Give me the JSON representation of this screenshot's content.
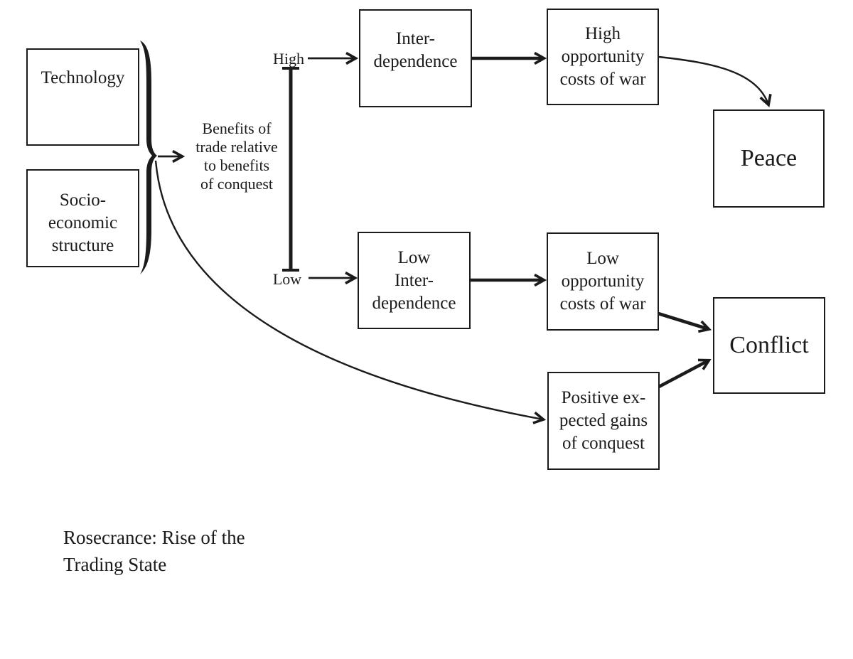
{
  "diagram": {
    "caption": "Rosecrance: Rise of the\nTrading State",
    "colors": {
      "ink": "#1b1b1b",
      "background": "#ffffff"
    },
    "nodes": {
      "technology": {
        "label": "Technology"
      },
      "socio_economic": {
        "label": "Socio-\neconomic\nstructure"
      },
      "interdependence": {
        "label": "Inter-\ndependence"
      },
      "high_opportunity": {
        "label": "High\nopportunity\ncosts of war"
      },
      "peace": {
        "label": "Peace"
      },
      "low_interdependence": {
        "label": "Low\nInter-\ndependence"
      },
      "low_opportunity": {
        "label": "Low\nopportunity\ncosts of war"
      },
      "positive_gains": {
        "label": "Positive ex-\npected gains\nof conquest"
      },
      "conflict": {
        "label": "Conflict"
      }
    },
    "scale": {
      "axis_label": "Benefits of\ntrade relative\nto benefits\nof conquest",
      "high": "High",
      "low": "Low"
    },
    "edges": [
      {
        "from": "technology+socio_economic",
        "to": "benefits-of-trade-scale",
        "type": "brace-arrow"
      },
      {
        "from": "scale-high",
        "to": "interdependence",
        "type": "arrow"
      },
      {
        "from": "interdependence",
        "to": "high_opportunity",
        "type": "bold-arrow"
      },
      {
        "from": "high_opportunity",
        "to": "peace",
        "type": "curved-arrow"
      },
      {
        "from": "scale-low",
        "to": "low_interdependence",
        "type": "arrow"
      },
      {
        "from": "low_interdependence",
        "to": "low_opportunity",
        "type": "bold-arrow"
      },
      {
        "from": "low_opportunity",
        "to": "conflict",
        "type": "bold-arrow"
      },
      {
        "from": "technology+socio_economic",
        "to": "positive_gains",
        "type": "curved-arrow"
      },
      {
        "from": "positive_gains",
        "to": "conflict",
        "type": "bold-arrow"
      }
    ]
  }
}
